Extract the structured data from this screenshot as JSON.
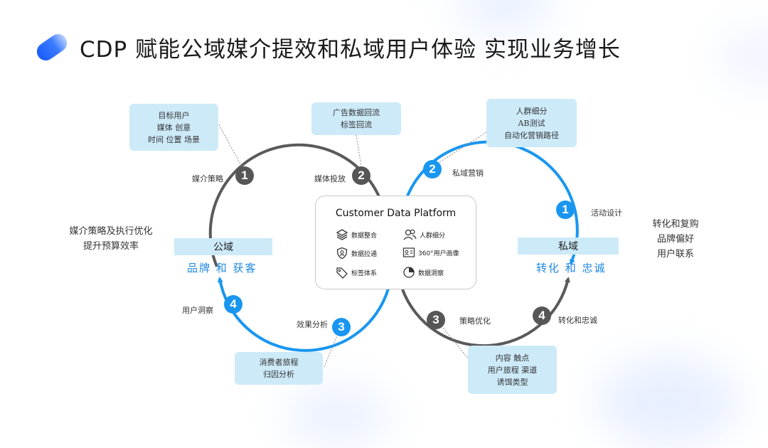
{
  "title": "CDP 赋能公域媒介提效和私域用户体验 实现业务增长",
  "callouts": {
    "top_left": [
      "目标用户",
      "媒体 创意",
      "时间 位置 场景"
    ],
    "top_mid": [
      "广告数据回流",
      "标签回流"
    ],
    "top_right": [
      "人群细分",
      "AB测试",
      "自动化营销路径"
    ],
    "bottom_left": [
      "消费者旅程",
      "归因分析"
    ],
    "bottom_right": [
      "内容 触点",
      "用户旅程 渠道",
      "诱饵类型"
    ]
  },
  "left_loop": {
    "steps": [
      {
        "num": "1",
        "label": "媒介策略"
      },
      {
        "num": "2",
        "label": "媒体投放"
      },
      {
        "num": "3",
        "label": "效果分析"
      },
      {
        "num": "4",
        "label": "用户洞察"
      }
    ],
    "domain": "公域",
    "subtitle": "品牌 和 获客"
  },
  "right_loop": {
    "steps": [
      {
        "num": "1",
        "label": "活动设计"
      },
      {
        "num": "2",
        "label": "私域营销"
      },
      {
        "num": "3",
        "label": "策略优化"
      },
      {
        "num": "4",
        "label": "转化和忠诚"
      }
    ],
    "domain": "私域",
    "subtitle": "转化 和 忠诚"
  },
  "side_left": [
    "媒介策略及执行优化",
    "提升预算效率"
  ],
  "side_right": [
    "转化和复购",
    "品牌偏好",
    "用户联系"
  ],
  "cdp": {
    "title": "Customer Data Platform",
    "features": [
      {
        "icon": "layers-icon",
        "label": "数据整合"
      },
      {
        "icon": "users-icon",
        "label": "人群细分"
      },
      {
        "icon": "shield-user-icon",
        "label": "数据拉通"
      },
      {
        "icon": "id-card-icon",
        "label": "360°用户画像"
      },
      {
        "icon": "tag-icon",
        "label": "标签体系"
      },
      {
        "icon": "pie-chart-icon",
        "label": "数据洞察"
      }
    ]
  },
  "colors": {
    "gray_loop": "#5a5a5a",
    "blue_loop": "#1996f0",
    "callout_bg": "#cdeaf9",
    "accent_text": "#1e88e5"
  }
}
